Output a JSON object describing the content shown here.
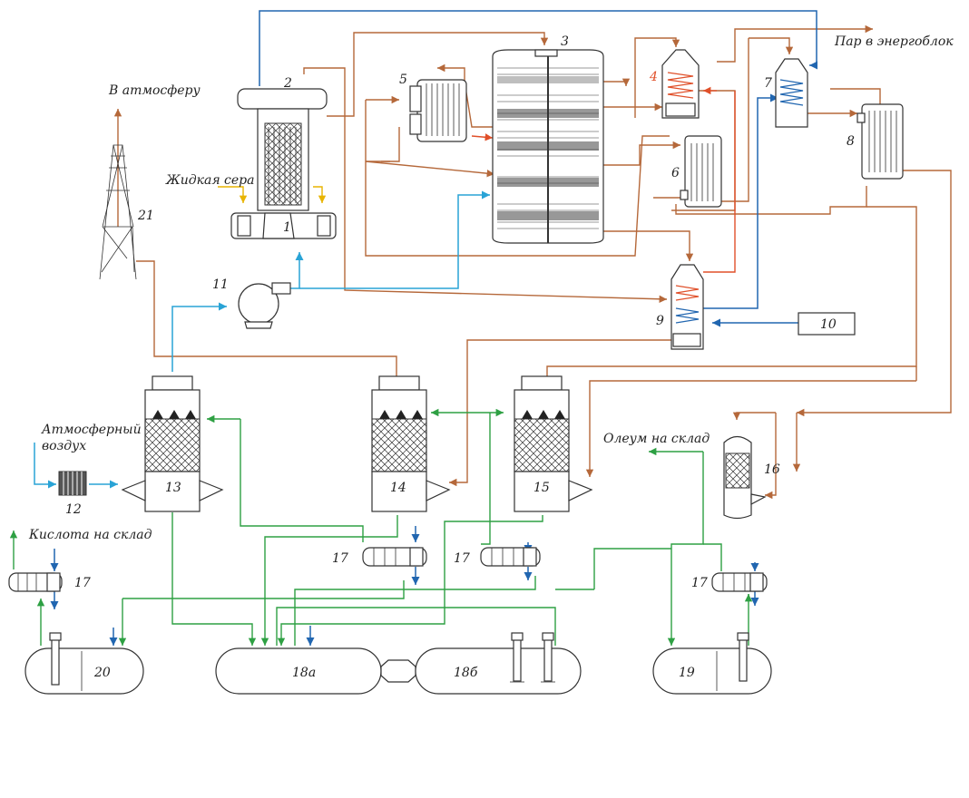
{
  "labels": {
    "atmosphere": "В атмосферу",
    "liquid_sulfur": "Жидкая сера",
    "steam_to_power": "Пар в энергоблок",
    "atmospheric_air_line1": "Атмосферный",
    "atmospheric_air_line2": "воздух",
    "oleum_to_storage": "Олеум на склад",
    "acid_to_storage": "Кислота на склад"
  },
  "equipment": {
    "n1": "1",
    "n2": "2",
    "n3": "3",
    "n4": "4",
    "n5": "5",
    "n6": "6",
    "n7": "7",
    "n8": "8",
    "n9": "9",
    "n10": "10",
    "n11": "11",
    "n12": "12",
    "n13": "13",
    "n14": "14",
    "n15": "15",
    "n16": "16",
    "n17a": "17",
    "n17b": "17",
    "n17c": "17",
    "n17d": "17",
    "n18a": "18а",
    "n18b": "18б",
    "n19": "19",
    "n20": "20",
    "n21": "21"
  },
  "colors": {
    "gas": "#b5683a",
    "acid": "#2ea043",
    "water": "#2166b0",
    "air": "#29a3d6",
    "sulfur": "#e8b400",
    "steam": "#e0502a"
  }
}
